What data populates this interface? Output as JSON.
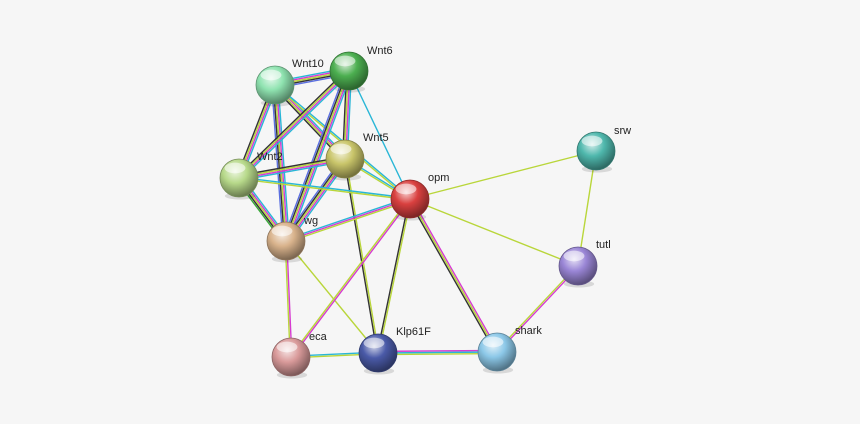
{
  "nodes": [
    {
      "id": "Wnt10",
      "label": "Wnt10",
      "color": "#8fe3b0"
    },
    {
      "id": "Wnt6",
      "label": "Wnt6",
      "color": "#4caf50"
    },
    {
      "id": "Wnt5",
      "label": "Wnt5",
      "color": "#c9c56a"
    },
    {
      "id": "Wnt2",
      "label": "Wnt2",
      "color": "#b7d98a"
    },
    {
      "id": "opm",
      "label": "opm",
      "color": "#d9403f"
    },
    {
      "id": "wg",
      "label": "wg",
      "color": "#d9b38c"
    },
    {
      "id": "srw",
      "label": "srw",
      "color": "#4fb8ad"
    },
    {
      "id": "tutl",
      "label": "tutl",
      "color": "#9a86d6"
    },
    {
      "id": "eca",
      "label": "eca",
      "color": "#d99a9a"
    },
    {
      "id": "Klp61F",
      "label": "Klp61F",
      "color": "#4a5aa8"
    },
    {
      "id": "shark",
      "label": "shark",
      "color": "#8cc8e8"
    }
  ],
  "edge_colors": {
    "cyan": "#29b6d6",
    "magenta": "#d63bd1",
    "yellowgreen": "#b9d63a",
    "black": "#333333",
    "blue": "#5b6fe0",
    "green": "#3aa83a"
  },
  "edges": [
    {
      "source": "Wnt10",
      "target": "Wnt6",
      "colors": [
        "cyan",
        "magenta",
        "yellowgreen",
        "black",
        "blue"
      ]
    },
    {
      "source": "Wnt10",
      "target": "Wnt5",
      "colors": [
        "cyan",
        "magenta",
        "yellowgreen",
        "black"
      ]
    },
    {
      "source": "Wnt10",
      "target": "Wnt2",
      "colors": [
        "cyan",
        "magenta",
        "yellowgreen",
        "black"
      ]
    },
    {
      "source": "Wnt10",
      "target": "wg",
      "colors": [
        "cyan",
        "magenta",
        "yellowgreen",
        "black",
        "blue"
      ]
    },
    {
      "source": "Wnt10",
      "target": "opm",
      "colors": [
        "cyan",
        "yellowgreen"
      ]
    },
    {
      "source": "Wnt6",
      "target": "Wnt5",
      "colors": [
        "cyan",
        "magenta",
        "yellowgreen",
        "black"
      ]
    },
    {
      "source": "Wnt6",
      "target": "Wnt2",
      "colors": [
        "cyan",
        "magenta",
        "yellowgreen",
        "black"
      ]
    },
    {
      "source": "Wnt6",
      "target": "wg",
      "colors": [
        "cyan",
        "magenta",
        "yellowgreen",
        "black",
        "blue"
      ]
    },
    {
      "source": "Wnt6",
      "target": "opm",
      "colors": [
        "cyan"
      ]
    },
    {
      "source": "Wnt5",
      "target": "Wnt2",
      "colors": [
        "cyan",
        "magenta",
        "yellowgreen",
        "black"
      ]
    },
    {
      "source": "Wnt5",
      "target": "wg",
      "colors": [
        "cyan",
        "magenta",
        "yellowgreen",
        "black",
        "blue"
      ]
    },
    {
      "source": "Wnt5",
      "target": "opm",
      "colors": [
        "cyan",
        "yellowgreen"
      ]
    },
    {
      "source": "Wnt5",
      "target": "Klp61F",
      "colors": [
        "yellowgreen",
        "black"
      ]
    },
    {
      "source": "Wnt2",
      "target": "wg",
      "colors": [
        "cyan",
        "magenta",
        "yellowgreen",
        "black",
        "green"
      ]
    },
    {
      "source": "Wnt2",
      "target": "opm",
      "colors": [
        "cyan",
        "yellowgreen"
      ]
    },
    {
      "source": "wg",
      "target": "opm",
      "colors": [
        "cyan",
        "magenta",
        "yellowgreen"
      ]
    },
    {
      "source": "wg",
      "target": "eca",
      "colors": [
        "magenta",
        "yellowgreen"
      ]
    },
    {
      "source": "wg",
      "target": "Klp61F",
      "colors": [
        "yellowgreen"
      ]
    },
    {
      "source": "opm",
      "target": "srw",
      "colors": [
        "yellowgreen"
      ]
    },
    {
      "source": "opm",
      "target": "tutl",
      "colors": [
        "yellowgreen"
      ]
    },
    {
      "source": "opm",
      "target": "eca",
      "colors": [
        "magenta",
        "yellowgreen"
      ]
    },
    {
      "source": "opm",
      "target": "Klp61F",
      "colors": [
        "yellowgreen",
        "black"
      ]
    },
    {
      "source": "opm",
      "target": "shark",
      "colors": [
        "magenta",
        "yellowgreen",
        "black"
      ]
    },
    {
      "source": "srw",
      "target": "tutl",
      "colors": [
        "yellowgreen"
      ]
    },
    {
      "source": "tutl",
      "target": "shark",
      "colors": [
        "magenta",
        "yellowgreen"
      ]
    },
    {
      "source": "eca",
      "target": "Klp61F",
      "colors": [
        "cyan",
        "yellowgreen"
      ]
    },
    {
      "source": "Klp61F",
      "target": "shark",
      "colors": [
        "magenta",
        "cyan",
        "yellowgreen"
      ]
    }
  ]
}
